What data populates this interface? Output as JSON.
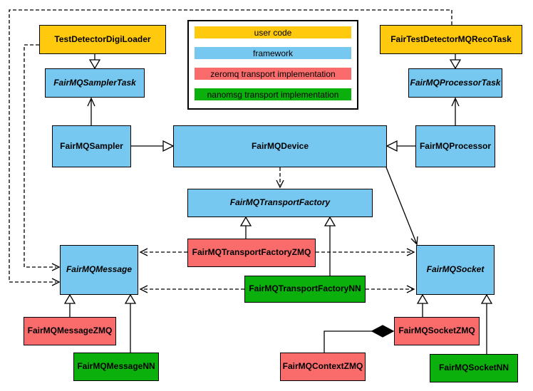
{
  "diagram_type": "uml-class-diagram",
  "legend": {
    "items": [
      {
        "label": "user code",
        "color": "#FFC90E"
      },
      {
        "label": "framework",
        "color": "#76C8F0"
      },
      {
        "label": "zeromq transport implementation",
        "color": "#FA6C6C"
      },
      {
        "label": "nanomsg transport implementation",
        "color": "#0CB00C"
      }
    ]
  },
  "nodes": {
    "testDetectorDigiLoader": {
      "label": "TestDetectorDigiLoader",
      "category": "user code",
      "abstract": false
    },
    "fairTestDetectorMQRecoTask": {
      "label": "FairTestDetectorMQRecoTask",
      "category": "user code",
      "abstract": false
    },
    "samplerTask": {
      "label": "FairMQSamplerTask",
      "category": "framework",
      "abstract": true
    },
    "processorTask": {
      "label": "FairMQProcessorTask",
      "category": "framework",
      "abstract": true
    },
    "sampler": {
      "label": "FairMQSampler",
      "category": "framework",
      "abstract": false
    },
    "device": {
      "label": "FairMQDevice",
      "category": "framework",
      "abstract": false
    },
    "processor": {
      "label": "FairMQProcessor",
      "category": "framework",
      "abstract": false
    },
    "transportFactory": {
      "label": "FairMQTransportFactory",
      "category": "framework",
      "abstract": true
    },
    "transportFactoryZMQ": {
      "label": "FairMQTransportFactoryZMQ",
      "category": "zeromq",
      "abstract": false
    },
    "transportFactoryNN": {
      "label": "FairMQTransportFactoryNN",
      "category": "nanomsg",
      "abstract": false
    },
    "message": {
      "label": "FairMQMessage",
      "category": "framework",
      "abstract": true
    },
    "socket": {
      "label": "FairMQSocket",
      "category": "framework",
      "abstract": true
    },
    "messageZMQ": {
      "label": "FairMQMessageZMQ",
      "category": "zeromq",
      "abstract": false
    },
    "messageNN": {
      "label": "FairMQMessageNN",
      "category": "nanomsg",
      "abstract": false
    },
    "contextZMQ": {
      "label": "FairMQContextZMQ",
      "category": "zeromq",
      "abstract": false
    },
    "socketZMQ": {
      "label": "FairMQSocketZMQ",
      "category": "zeromq",
      "abstract": false
    },
    "socketNN": {
      "label": "FairMQSocketNN",
      "category": "nanomsg",
      "abstract": false
    }
  },
  "edges": [
    {
      "from": "TestDetectorDigiLoader",
      "to": "FairMQSamplerTask",
      "type": "inheritance"
    },
    {
      "from": "FairTestDetectorMQRecoTask",
      "to": "FairMQProcessorTask",
      "type": "inheritance"
    },
    {
      "from": "FairMQSampler",
      "to": "FairMQSamplerTask",
      "type": "association"
    },
    {
      "from": "FairMQProcessor",
      "to": "FairMQProcessorTask",
      "type": "association"
    },
    {
      "from": "FairMQSampler",
      "to": "FairMQDevice",
      "type": "inheritance"
    },
    {
      "from": "FairMQProcessor",
      "to": "FairMQDevice",
      "type": "inheritance"
    },
    {
      "from": "FairMQDevice",
      "to": "FairMQTransportFactory",
      "type": "dependency"
    },
    {
      "from": "FairMQDevice",
      "to": "FairMQSocket",
      "type": "association"
    },
    {
      "from": "FairMQTransportFactoryZMQ",
      "to": "FairMQTransportFactory",
      "type": "inheritance"
    },
    {
      "from": "FairMQTransportFactoryNN",
      "to": "FairMQTransportFactory",
      "type": "inheritance"
    },
    {
      "from": "FairMQTransportFactoryZMQ",
      "to": "FairMQMessage",
      "type": "dependency"
    },
    {
      "from": "FairMQTransportFactoryZMQ",
      "to": "FairMQSocket",
      "type": "dependency"
    },
    {
      "from": "FairMQTransportFactoryNN",
      "to": "FairMQMessage",
      "type": "dependency"
    },
    {
      "from": "FairMQTransportFactoryNN",
      "to": "FairMQSocket",
      "type": "dependency"
    },
    {
      "from": "TestDetectorDigiLoader",
      "to": "FairMQMessage",
      "type": "dependency"
    },
    {
      "from": "FairTestDetectorMQRecoTask",
      "to": "FairMQMessage",
      "type": "dependency"
    },
    {
      "from": "FairMQMessageZMQ",
      "to": "FairMQMessage",
      "type": "inheritance"
    },
    {
      "from": "FairMQMessageNN",
      "to": "FairMQMessage",
      "type": "inheritance"
    },
    {
      "from": "FairMQSocketZMQ",
      "to": "FairMQSocket",
      "type": "inheritance"
    },
    {
      "from": "FairMQSocketNN",
      "to": "FairMQSocket",
      "type": "inheritance"
    },
    {
      "from": "FairMQSocketZMQ",
      "to": "FairMQContextZMQ",
      "type": "composition"
    }
  ],
  "colors": {
    "user_code": "#FFC90E",
    "framework": "#76C8F0",
    "zeromq": "#FA6C6C",
    "nanomsg": "#0CB00C",
    "line": "#000000",
    "background": "#FFFFFF"
  }
}
